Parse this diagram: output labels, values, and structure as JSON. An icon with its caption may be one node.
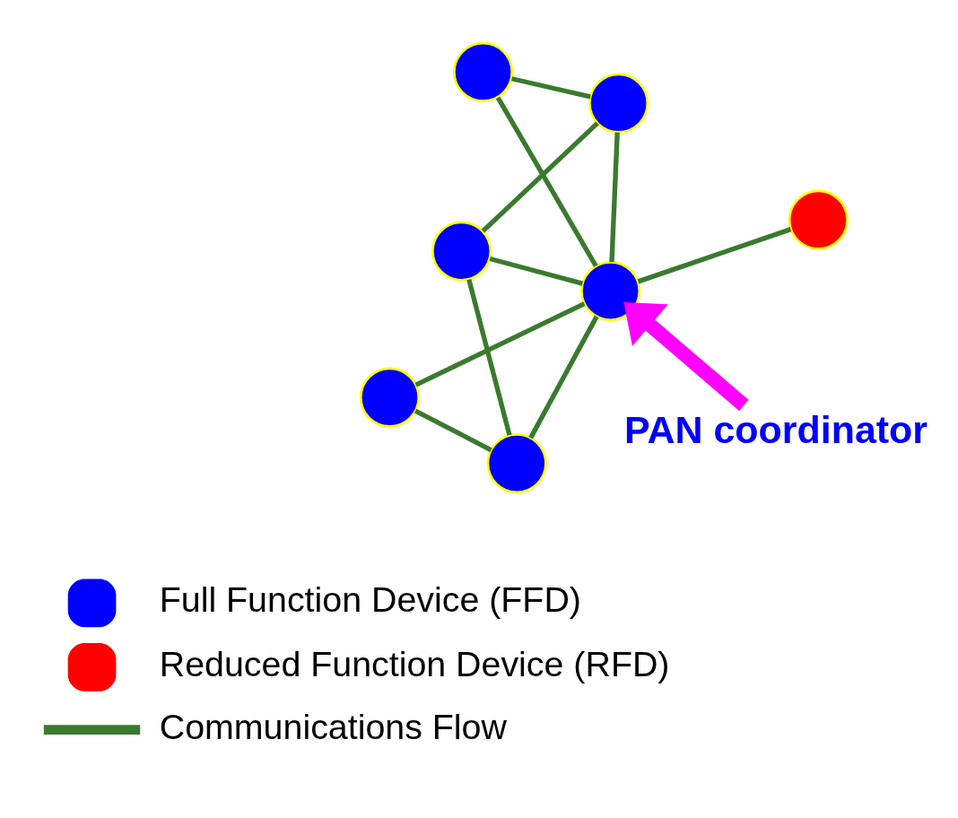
{
  "diagram": {
    "nodes": [
      {
        "text": [],
        "shape": "circle"
      },
      {
        "text": [],
        "shape": "circle"
      },
      {
        "text": [],
        "shape": "circle"
      },
      {
        "text": [],
        "shape": "circle"
      },
      {
        "text": [],
        "shape": "circle"
      },
      {
        "text": [],
        "shape": "circle"
      },
      {
        "text": [],
        "shape": "circle"
      },
      {
        "text": [
          "PAN coordinator"
        ]
      }
    ],
    "edges": [
      {
        "from": 1,
        "to": 2,
        "arrow": "none"
      },
      {
        "from": 2,
        "to": 0,
        "arrow": "none"
      },
      {
        "from": 0,
        "to": 4,
        "arrow": "none"
      },
      {
        "from": 2,
        "to": 3,
        "arrow": "none"
      },
      {
        "from": 2,
        "to": 6,
        "arrow": "none"
      },
      {
        "from": 2,
        "to": 5,
        "arrow": "none"
      },
      {
        "from": 2,
        "to": 4,
        "arrow": "none"
      },
      {
        "from": 4,
        "to": 5,
        "arrow": "none"
      },
      {
        "from": 3,
        "to": 6,
        "arrow": "none"
      },
      {
        "from": 6,
        "to": 5,
        "arrow": "none"
      },
      {
        "from": 7,
        "to": 2,
        "arrow": "to",
        "style": "thick",
        "color": "#ff00ff"
      }
    ],
    "legend": [
      {
        "text": "Full Function Device (FFD)",
        "color": "#0000ff"
      },
      {
        "text": "Reduced Function Device (RFD)",
        "color": "#ff0000"
      },
      {
        "text": "Communications Flow"
      }
    ]
  }
}
